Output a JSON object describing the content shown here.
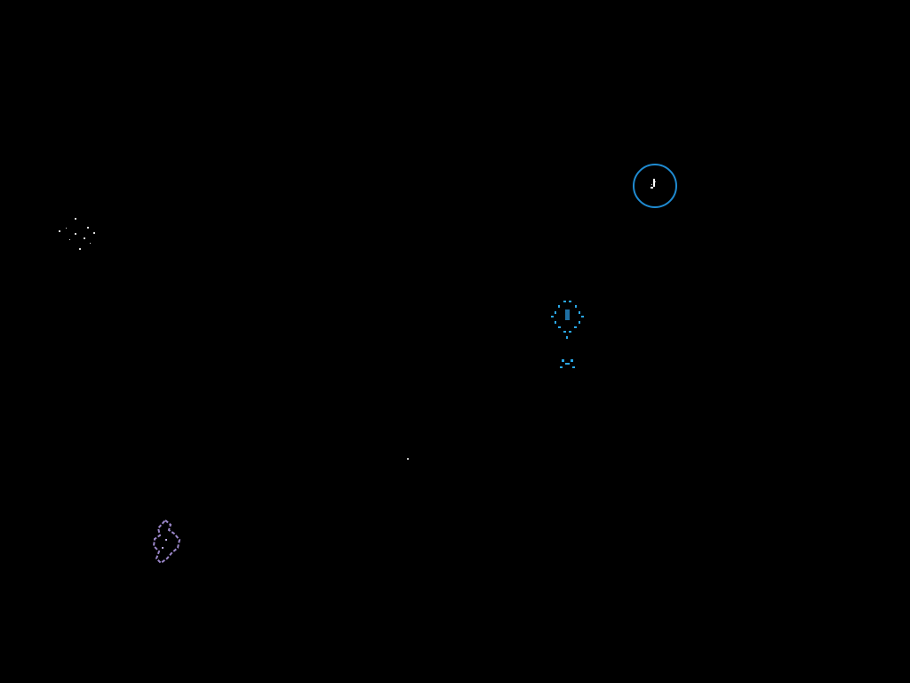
{
  "scene": {
    "background_color": "#000000",
    "objects": [
      {
        "name": "player-ship",
        "icon": "ship-in-shield-icon",
        "color": "#1a8fd6",
        "shield_color": "#1f8ad0"
      },
      {
        "name": "alien-drone",
        "icon": "cyan-drone-icon",
        "color": "#2aa7e6"
      },
      {
        "name": "debris-cluster",
        "icon": "sparkle-debris-icon",
        "color": "#d9d9d9"
      },
      {
        "name": "purple-asteroid",
        "icon": "asteroid-outline-icon",
        "color": "#9a86c8"
      },
      {
        "name": "star-speck",
        "icon": "star-dot-icon",
        "color": "#bfbfbf"
      }
    ]
  }
}
